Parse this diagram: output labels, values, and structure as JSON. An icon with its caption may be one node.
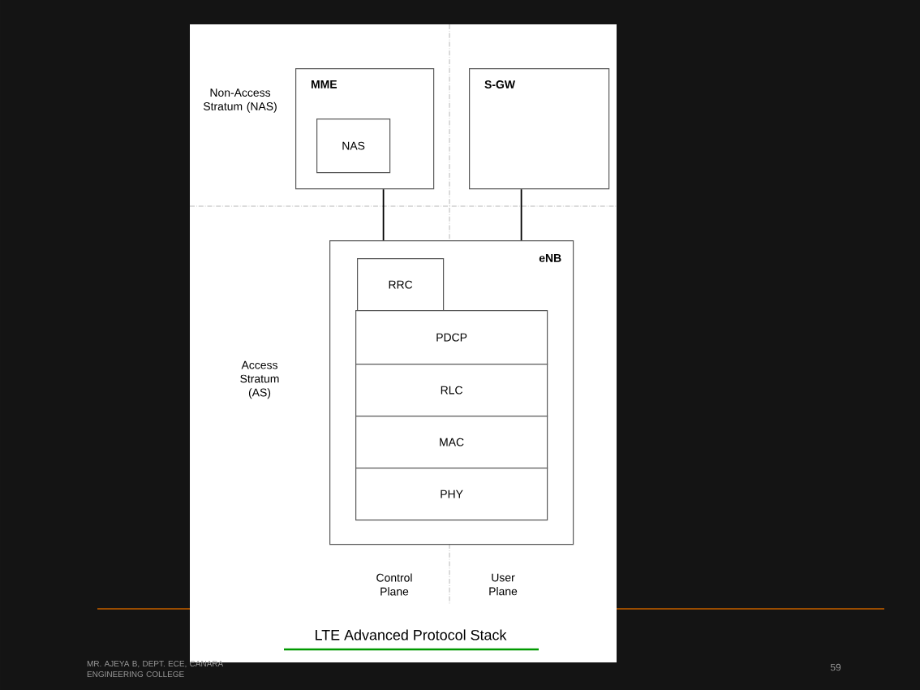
{
  "diagram": {
    "caption": "LTE Advanced Protocol Stack",
    "nodes": [
      {
        "text": [
          "MME"
        ]
      },
      {
        "text": [
          "NAS"
        ],
        "in": 0
      },
      {
        "text": [
          "S-GW"
        ]
      },
      {
        "text": [
          "eNB"
        ]
      },
      {
        "text": [
          "RRC"
        ],
        "in": 3
      },
      {
        "text": [
          "PDCP"
        ],
        "in": 3
      },
      {
        "text": [
          "RLC"
        ],
        "in": 3
      },
      {
        "text": [
          "MAC"
        ],
        "in": 3
      },
      {
        "text": [
          "PHY"
        ],
        "in": 3
      }
    ],
    "edges": [
      {
        "from": 0,
        "to": 3,
        "arrow": "none"
      },
      {
        "from": 2,
        "to": 3,
        "arrow": "none"
      }
    ],
    "labels": [
      "Non-Access Stratum (NAS)",
      "Access Stratum (AS)",
      "Control Plane",
      "User Plane",
      "MR. AJEYA B, DEPT. ECE, CANARA ENGINEERING COLLEGE",
      "59"
    ]
  }
}
